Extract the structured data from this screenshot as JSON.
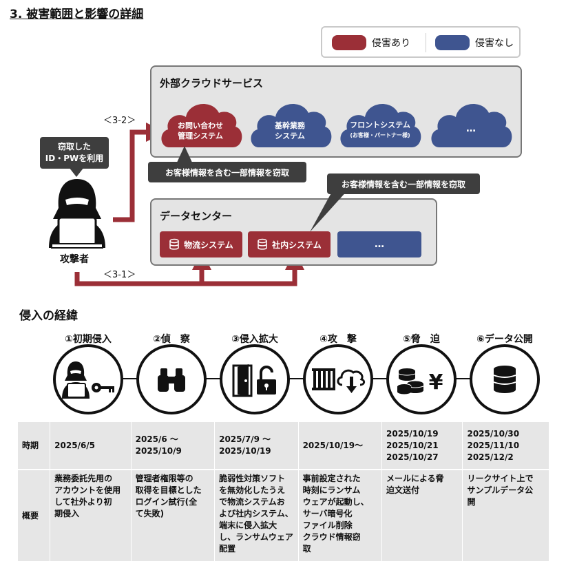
{
  "title": "3. 被害範囲と影響の詳細",
  "legend": {
    "damaged": "侵害あり",
    "undamaged": "侵害なし",
    "colors": {
      "damaged": "#9b2f37",
      "undamaged": "#3f5590"
    }
  },
  "cloud_panel": {
    "title": "外部クラウドサービス",
    "clouds": [
      {
        "line1": "お問い合わせ",
        "line2": "管理システム",
        "status": "damaged"
      },
      {
        "line1": "基幹業務",
        "line2": "システム",
        "status": "undamaged"
      },
      {
        "line1": "フロントシステム",
        "line2": "(お客様・パートナー様)",
        "status": "undamaged"
      },
      {
        "line1": "…",
        "line2": "",
        "status": "undamaged"
      }
    ],
    "callout": "お客様情報を含む一部情報を窃取"
  },
  "dc_panel": {
    "title": "データセンター",
    "systems": [
      {
        "label": "物流システム",
        "status": "damaged",
        "icon": "database-icon"
      },
      {
        "label": "社内システム",
        "status": "damaged",
        "icon": "database-icon"
      },
      {
        "label": "…",
        "status": "undamaged",
        "icon": ""
      }
    ],
    "callout": "お客様情報を含む一部情報を窃取"
  },
  "attacker": {
    "bubble_line1": "窃取した",
    "bubble_line2": "ID・PWを利用",
    "label": "攻撃者"
  },
  "arrows": {
    "to_cloud": "＜3-2＞",
    "to_dc": "＜3-1＞"
  },
  "intrusion": {
    "heading": "侵入の経緯",
    "steps": [
      {
        "label": "①初期侵入",
        "icon": "hacker-key-icon"
      },
      {
        "label": "②偵　察",
        "icon": "binoculars-icon"
      },
      {
        "label": "③侵入拡大",
        "icon": "door-unlock-icon"
      },
      {
        "label": "④攻　撃",
        "icon": "server-cloud-download-icon"
      },
      {
        "label": "⑤脅　迫",
        "icon": "coins-yen-icon"
      },
      {
        "label": "⑥データ公開",
        "icon": "database-icon"
      }
    ]
  },
  "timeline": {
    "period_header": "時期",
    "summary_header": "概要",
    "periods": [
      [
        "2025/6/5"
      ],
      [
        "2025/6 ～",
        "2025/10/9"
      ],
      [
        "2025/7/9 ～",
        "2025/10/19"
      ],
      [
        "2025/10/19～"
      ],
      [
        "2025/10/19",
        "2025/10/21",
        "2025/10/27"
      ],
      [
        "2025/10/30",
        "2025/11/10",
        "2025/12/2"
      ]
    ],
    "summaries": [
      [
        "業務委託先用の",
        "アカウントを使用",
        "して社外より初",
        "期侵入"
      ],
      [
        "管理者権限等の",
        "取得を目標とした",
        "ログイン試行(全",
        "て失敗)"
      ],
      [
        "脆弱性対策ソフト",
        "を無効化したうえ",
        "で物流システムお",
        "よび社内システム、",
        "端末に侵入拡大",
        "し、ランサムウェア",
        "配置"
      ],
      [
        "事前設定された",
        "時刻にランサム",
        "ウェアが起動し、",
        "サーバ暗号化",
        "ファイル削除",
        "クラウド情報窃",
        "取"
      ],
      [
        "メールによる脅",
        "迫文送付"
      ],
      [
        "リークサイト上で",
        "サンプルデータ公",
        "開"
      ]
    ]
  }
}
